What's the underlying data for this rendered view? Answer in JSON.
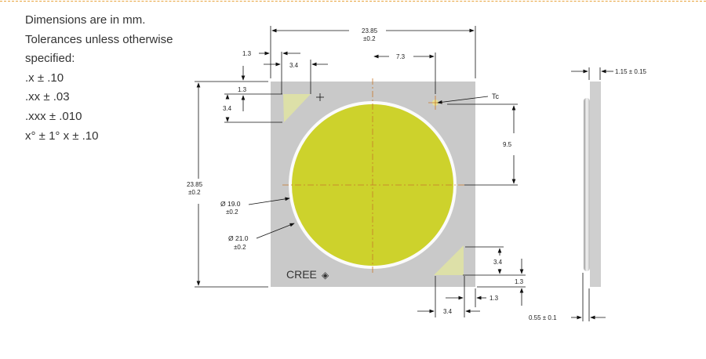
{
  "notes": {
    "lines": [
      "Dimensions are in mm.",
      "Tolerances unless otherwise",
      "specified:",
      ".x ± .10",
      ".xx ± .03",
      ".xxx ± .010",
      "x° ± 1° x ± .10"
    ]
  },
  "top_view": {
    "width": "23.85",
    "width_tol": "±0.2",
    "height": "23.85",
    "height_tol": "±0.2",
    "tc_offset_x": "7.3",
    "tc_offset_y": "9.5",
    "tc_label": "Tc",
    "corner_offset_a": "1.3",
    "corner_size_a": "3.4",
    "corner_offset_b": "1.3",
    "corner_size_b": "3.4",
    "corner_offset_c": "3.4",
    "corner_offset_d": "1.3",
    "corner_offset_e": "1.3",
    "corner_size_e": "3.4",
    "les_diameter": "Ø 19.0",
    "les_tol": "±0.2",
    "dam_diameter": "Ø 21.0",
    "dam_tol": "±0.2",
    "logo": "CREE"
  },
  "side_view": {
    "thickness": "1.15 ± 0.15",
    "lens_height": "0.55 ± 0.1"
  },
  "colors": {
    "substrate": "#c9c9c9",
    "phosphor": "#cdd22c",
    "pad": "#dde0a8",
    "centerline": "#c8782a"
  }
}
